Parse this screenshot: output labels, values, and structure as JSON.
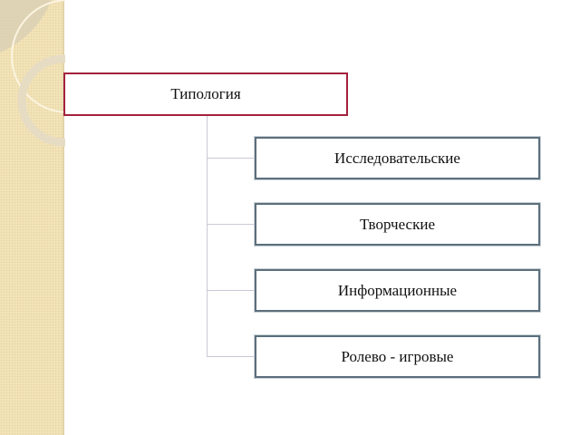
{
  "root": {
    "label": "Типология"
  },
  "children": [
    {
      "label": "Исследовательские"
    },
    {
      "label": "Творческие"
    },
    {
      "label": "Информационные"
    },
    {
      "label": "Ролево - игровые"
    }
  ],
  "colors": {
    "root_border": "#a3213c",
    "child_border": "#5c6f7c",
    "band": "#f3e4bb"
  }
}
